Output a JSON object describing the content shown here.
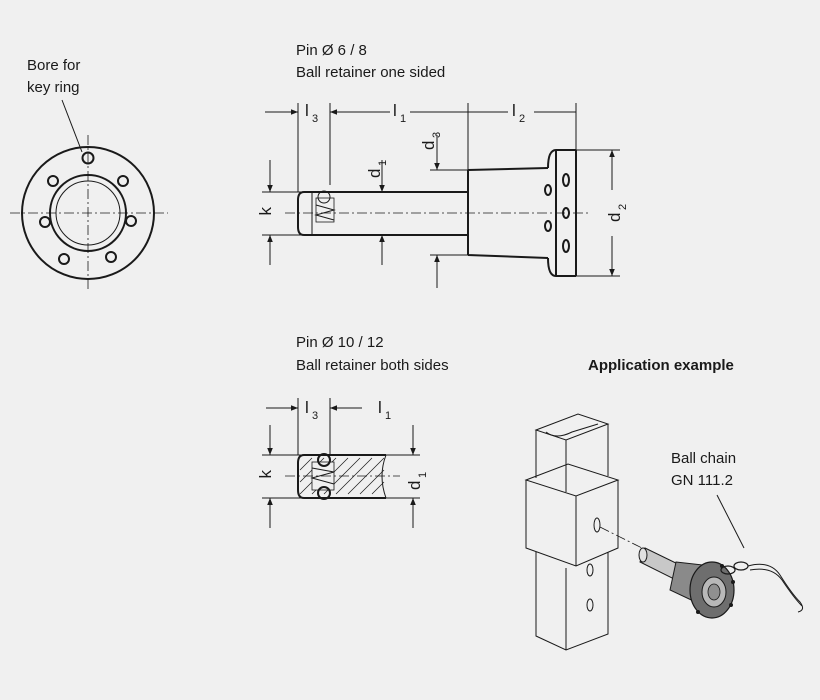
{
  "labels": {
    "bore_line1": "Bore for",
    "bore_line2": "key ring",
    "pin1_line1": "Pin Ø 6 / 8",
    "pin1_line2": "Ball retainer one sided",
    "pin2_line1": "Pin Ø 10 / 12",
    "pin2_line2": "Ball retainer both sides",
    "application": "Application example",
    "chain_line1": "Ball chain",
    "chain_line2": "GN 111.2"
  },
  "dims": {
    "l": "l",
    "d": "d",
    "k": "k",
    "sub1": "1",
    "sub2": "2",
    "sub3": "3"
  },
  "colors": {
    "background": "#f0f0f0",
    "ink": "#1a1a1a"
  }
}
